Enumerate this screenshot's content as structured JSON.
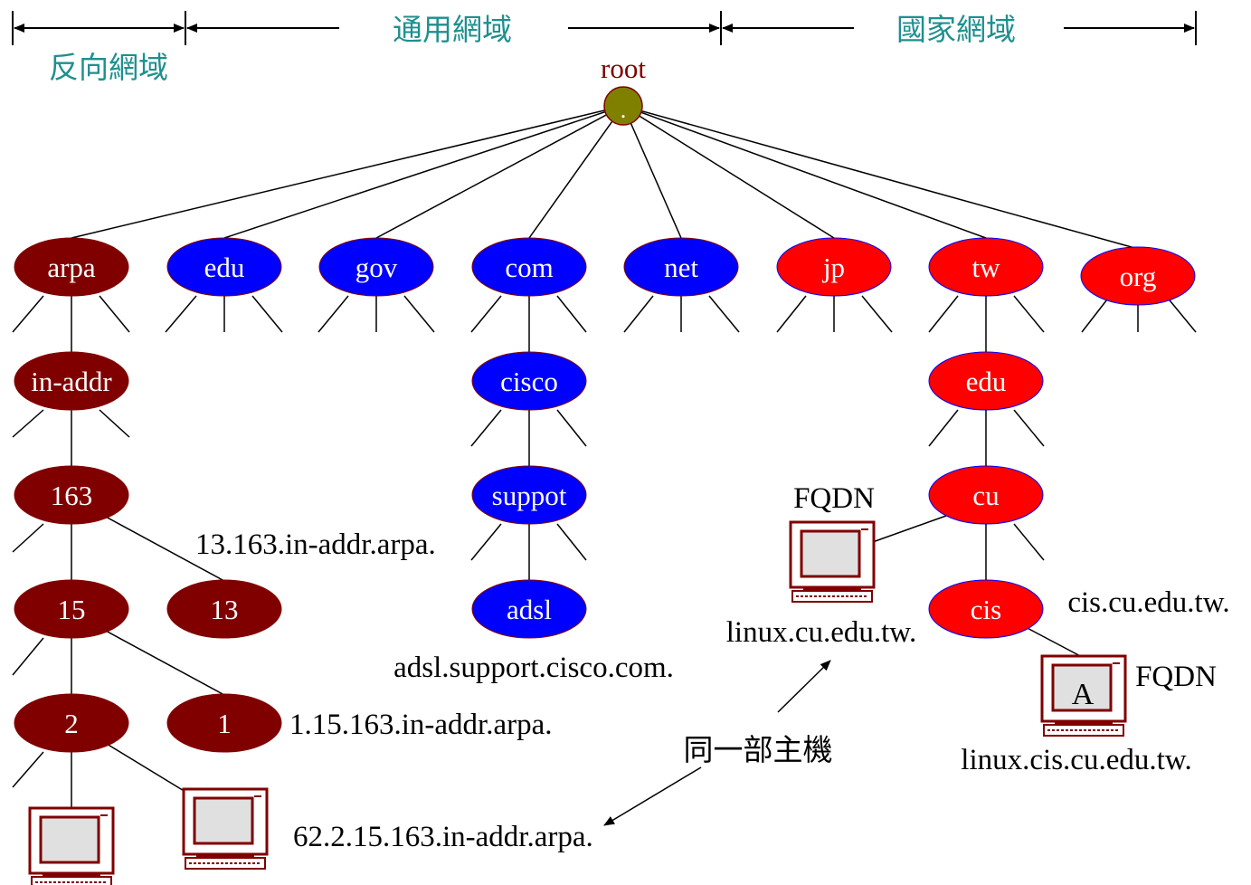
{
  "colors": {
    "heading": "#1f8f8f",
    "reverse_node": "#800000",
    "generic_node": "#0000ff",
    "country_node": "#ff0000",
    "root": "#808000",
    "root_label": "#800000",
    "line": "#000000",
    "computer": "#800000"
  },
  "headings": {
    "reverse": "反向網域",
    "generic": "通用網域",
    "country": "國家網域"
  },
  "root": {
    "label": "root",
    "dot": "."
  },
  "nodes": {
    "arpa": "arpa",
    "edu": "edu",
    "gov": "gov",
    "com": "com",
    "net": "net",
    "jp": "jp",
    "tw": "tw",
    "org": "org",
    "in_addr": "in-addr",
    "n163": "163",
    "n15": "15",
    "n13": "13",
    "n2": "2",
    "n1": "1",
    "cisco": "cisco",
    "suppot": "suppot",
    "adsl": "adsl",
    "tw_edu": "edu",
    "cu": "cu",
    "cis": "cis"
  },
  "labels": {
    "addr_13": "13.163.in-addr.arpa.",
    "addr_1": "1.15.163.in-addr.arpa.",
    "addr_62": "62.2.15.163.in-addr.arpa.",
    "adsl_fqdn": "adsl.support.cisco.com.",
    "fqdn_left": "FQDN",
    "linux_cu": "linux.cu.edu.tw.",
    "cis_cu": "cis.cu.edu.tw.",
    "fqdn_right": "FQDN",
    "linux_cis": "linux.cis.cu.edu.tw.",
    "same_host": "同一部主機",
    "screen_letter": "A"
  }
}
